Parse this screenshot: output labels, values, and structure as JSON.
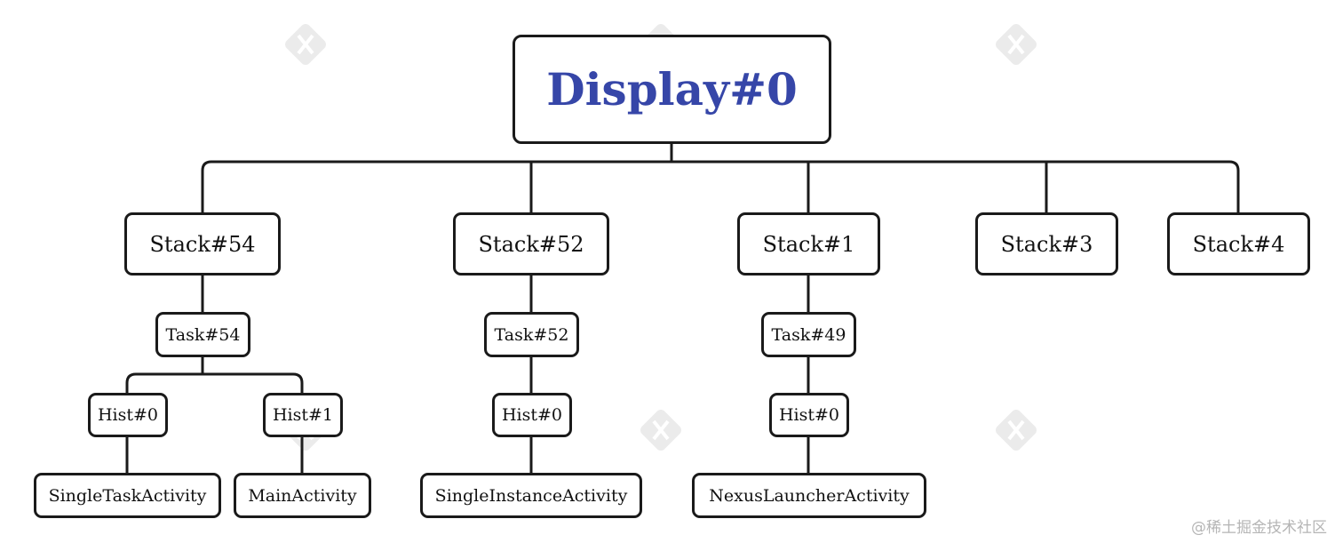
{
  "root": {
    "label": "Display#0",
    "color": "#3646a8"
  },
  "stacks": [
    {
      "label": "Stack#54",
      "task": "Task#54",
      "hists": [
        {
          "label": "Hist#0",
          "activity": "SingleTaskActivity"
        },
        {
          "label": "Hist#1",
          "activity": "MainActivity"
        }
      ]
    },
    {
      "label": "Stack#52",
      "task": "Task#52",
      "hists": [
        {
          "label": "Hist#0",
          "activity": "SingleInstanceActivity"
        }
      ]
    },
    {
      "label": "Stack#1",
      "task": "Task#49",
      "hists": [
        {
          "label": "Hist#0",
          "activity": "NexusLauncherActivity"
        }
      ]
    },
    {
      "label": "Stack#3"
    },
    {
      "label": "Stack#4"
    }
  ],
  "footer": {
    "credit": "@稀土掘金技术社区"
  }
}
